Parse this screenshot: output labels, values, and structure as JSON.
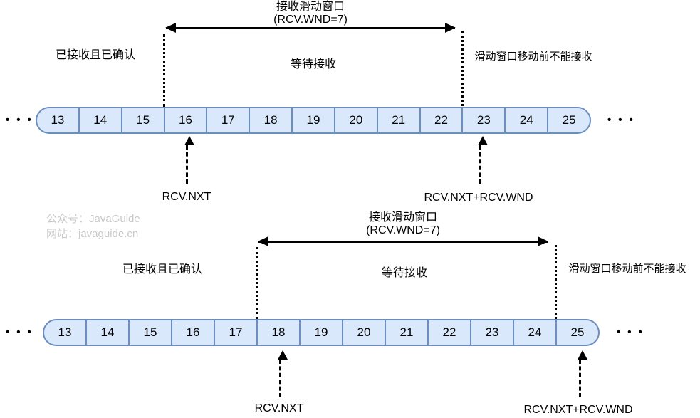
{
  "watermark": {
    "line1": "公众号：JavaGuide",
    "line2": "网站：javaguide.cn"
  },
  "colors": {
    "cell_fill": "#dae8fc",
    "cell_border": "#6c8ebf",
    "line_color": "#000000",
    "watermark_text": "#c9c9c9"
  },
  "ellipsis": "•••",
  "diagram1": {
    "window_label_line1": "接收滑动窗口",
    "window_label_line2": "(RCV.WND=7)",
    "label_received": "已接收且已确认",
    "label_waiting": "等待接收",
    "label_cannot_receive": "滑动窗口移动前不能接收",
    "pointer_nxt": "RCV.NXT",
    "pointer_nxt_wnd": "RCV.NXT+RCV.WND",
    "window_start_cell": "16",
    "window_end_cell": "22",
    "cells": [
      "13",
      "14",
      "15",
      "16",
      "17",
      "18",
      "19",
      "20",
      "21",
      "22",
      "23",
      "24",
      "25"
    ]
  },
  "diagram2": {
    "window_label_line1": "接收滑动窗口",
    "window_label_line2": "(RCV.WND=7)",
    "label_received": "已接收且已确认",
    "label_waiting": "等待接收",
    "label_cannot_receive": "滑动窗口移动前不能接收",
    "pointer_nxt": "RCV.NXT",
    "pointer_nxt_wnd": "RCV.NXT+RCV.WND",
    "window_start_cell": "18",
    "window_end_cell": "24",
    "cells": [
      "13",
      "14",
      "15",
      "16",
      "17",
      "18",
      "19",
      "20",
      "21",
      "22",
      "23",
      "24",
      "25"
    ]
  }
}
